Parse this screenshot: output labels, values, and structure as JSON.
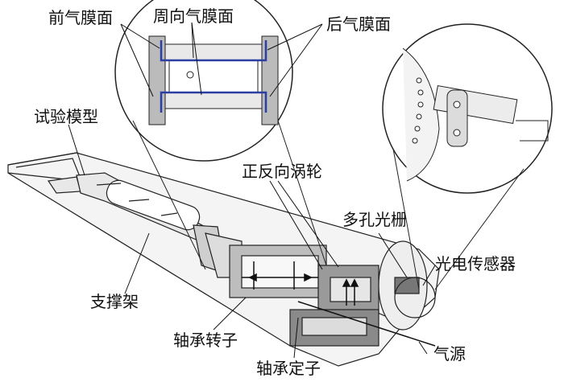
{
  "labels": {
    "front_membrane": "前气膜面",
    "circumferential_membrane": "周向气膜面",
    "rear_membrane": "后气膜面",
    "test_model": "试验模型",
    "bidirectional_turbine": "正反向涡轮",
    "multi_hole_grating": "多孔光栅",
    "photoelectric_sensor": "光电传感器",
    "support_frame": "支撑架",
    "bearing_rotor": "轴承转子",
    "air_source": "气源",
    "bearing_stator": "轴承定子"
  },
  "colors": {
    "membrane_highlight": "#2b3fa3",
    "line": "#222222",
    "fill_light": "#f2f2f2",
    "fill_dark": "#555555"
  }
}
